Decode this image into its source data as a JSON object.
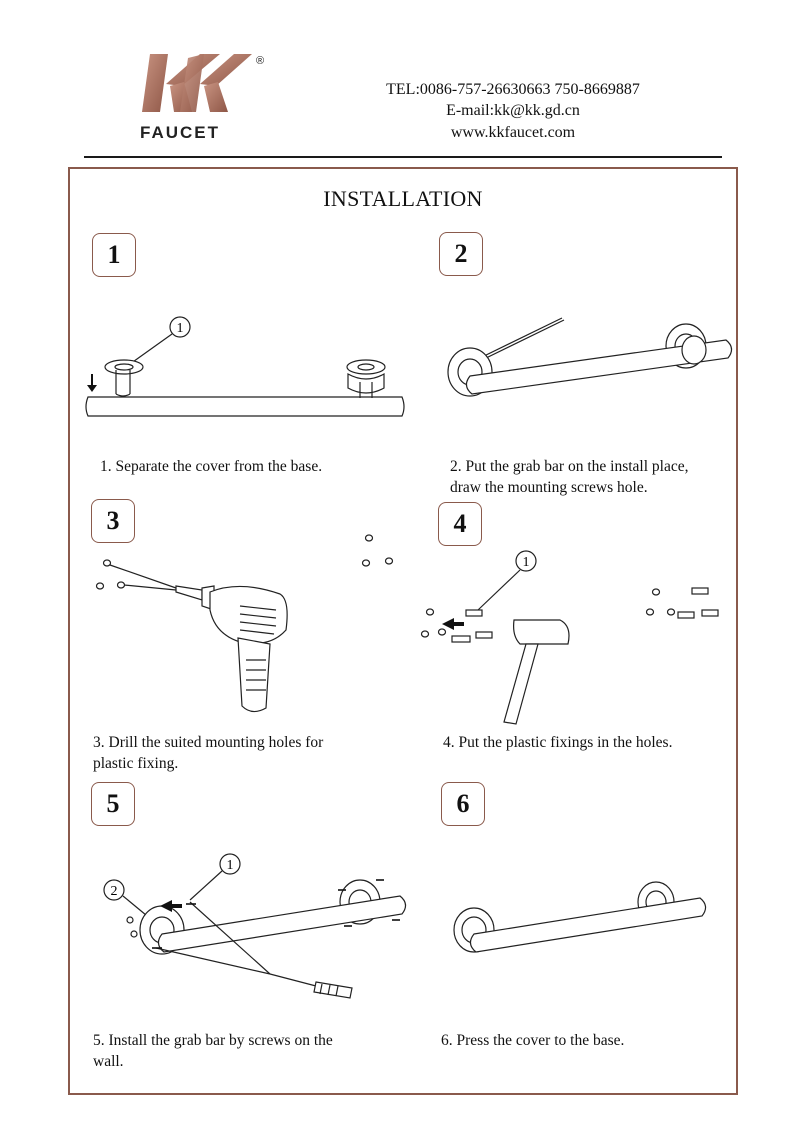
{
  "header": {
    "logo_letters": "KK",
    "logo_word": "FAUCET",
    "logo_mark": "®",
    "tel": "TEL:0086-757-26630663 750-8669887",
    "email": "E-mail:kk@kk.gd.cn",
    "web": "www.kkfaucet.com"
  },
  "title": "INSTALLATION",
  "colors": {
    "frame": "#8a5a4c",
    "logo": "#b07a66"
  },
  "steps": [
    {
      "number": "1",
      "caption": "1. Separate the cover from the base.",
      "callouts": [
        "1"
      ]
    },
    {
      "number": "2",
      "caption": "2. Put the grab bar on the install place,\ndraw the mounting screws hole.",
      "callouts": []
    },
    {
      "number": "3",
      "caption": "3. Drill the suited mounting holes for\nplastic fixing.",
      "callouts": []
    },
    {
      "number": "4",
      "caption": "4. Put the plastic fixings in the holes.",
      "callouts": [
        "1"
      ]
    },
    {
      "number": "5",
      "caption": "5. Install the grab bar by screws on the\nwall.",
      "callouts": [
        "1",
        "2"
      ]
    },
    {
      "number": "6",
      "caption": "6. Press the cover to the base.",
      "callouts": []
    }
  ]
}
